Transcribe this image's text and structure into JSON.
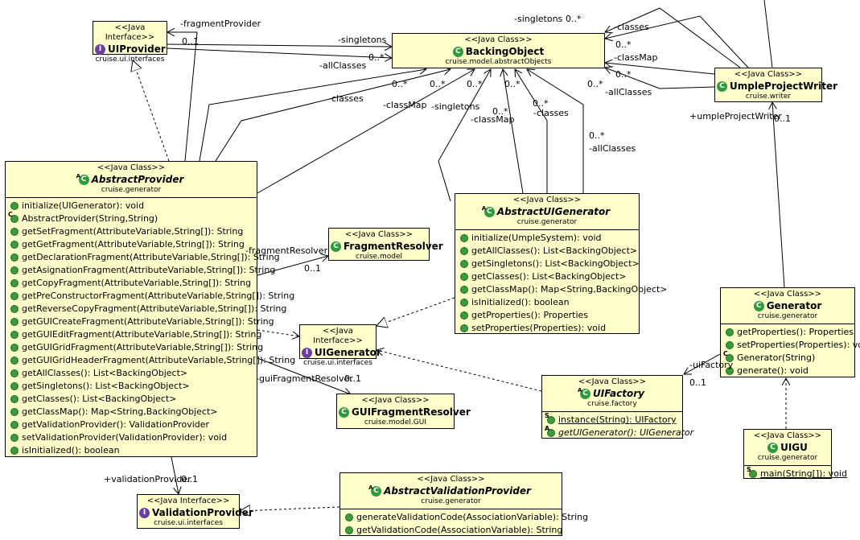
{
  "boxes": {
    "uiprovider": {
      "stereotype": "<<Java Interface>>",
      "name": "UIProvider",
      "package": "cruise.ui.interfaces"
    },
    "backingobject": {
      "stereotype": "<<Java Class>>",
      "name": "BackingObject",
      "package": "cruise.model.abstractObjects"
    },
    "umpleprojectwriter": {
      "stereotype": "<<Java Class>>",
      "name": "UmpleProjectWriter",
      "package": "cruise.writer"
    },
    "abstractprovider": {
      "stereotype": "<<Java Class>>",
      "name": "AbstractProvider",
      "package": "cruise.generator",
      "ops": [
        "initialize(UIGenerator): void",
        "AbstractProvider(String,String)",
        "getSetFragment(AttributeVariable,String[]): String",
        "getGetFragment(AttributeVariable,String[]): String",
        "getDeclarationFragment(AttributeVariable,String[]): String",
        "getAsignationFragment(AttributeVariable,String[]): String",
        "getCopyFragment(AttributeVariable,String[]): String",
        "getPreConstructorFragment(AttributeVariable,String[]): String",
        "getReverseCopyFragment(AttributeVariable,String[]): String",
        "getGUICreateFragment(AttributeVariable,String[]): String",
        "getGUIEditFragment(AttributeVariable,String[]): String",
        "getGUIGridFragment(AttributeVariable,String[]): String",
        "getGUIGridHeaderFragment(AttributeVariable,String[]): String",
        "getAllClasses(): List<BackingObject>",
        "getSingletons(): List<BackingObject>",
        "getClasses(): List<BackingObject>",
        "getClassMap(): Map<String,BackingObject>",
        "getValidationProvider(): ValidationProvider",
        "setValidationProvider(ValidationProvider): void",
        "isInitialized(): boolean"
      ]
    },
    "fragmentresolver": {
      "stereotype": "<<Java Class>>",
      "name": "FragmentResolver",
      "package": "cruise.model"
    },
    "abstractuigenerator": {
      "stereotype": "<<Java Class>>",
      "name": "AbstractUIGenerator",
      "package": "cruise.generator",
      "ops": [
        "initialize(UmpleSystem): void",
        "getAllClasses(): List<BackingObject>",
        "getSingletons(): List<BackingObject>",
        "getClasses(): List<BackingObject>",
        "getClassMap(): Map<String,BackingObject>",
        "isInitialized(): boolean",
        "getProperties(): Properties",
        "setProperties(Properties): void"
      ]
    },
    "uigenerator": {
      "stereotype": "<<Java Interface>>",
      "name": "UIGenerator",
      "package": "cruise.ui.interfaces"
    },
    "generator": {
      "stereotype": "<<Java Class>>",
      "name": "Generator",
      "package": "cruise.generator",
      "ops": [
        "getProperties(): Properties",
        "setProperties(Properties): void",
        "Generator(String)",
        "generate(): void"
      ]
    },
    "uifactory": {
      "stereotype": "<<Java Class>>",
      "name": "UIFactory",
      "package": "cruise.factory",
      "ops": [
        "instance(String): UIFactory",
        "getUIGenerator(): UIGenerator"
      ]
    },
    "guifragmentresolver": {
      "stereotype": "<<Java Class>>",
      "name": "GUIFragmentResolver",
      "package": "cruise.model.GUI"
    },
    "uigu": {
      "stereotype": "<<Java Class>>",
      "name": "UIGU",
      "package": "cruise.generator",
      "ops": [
        "main(String[]): void"
      ]
    },
    "validationprovider": {
      "stereotype": "<<Java Interface>>",
      "name": "ValidationProvider",
      "package": "cruise.ui.interfaces"
    },
    "abstractvalidationprovider": {
      "stereotype": "<<Java Class>>",
      "name": "AbstractValidationProvider",
      "package": "cruise.generator",
      "ops": [
        "generateValidationCode(AssociationVariable): String",
        "getValidationCode(AssociationVariable): String"
      ]
    }
  },
  "labels": {
    "fragmentProvider": "-fragmentProvider",
    "fp_mult": "0..1",
    "singletons_up": "-singletons",
    "allClasses_up": "-allClasses",
    "mult_0n": "0..*",
    "w_singletons": "-singletons",
    "w_classes": "-classes",
    "w_classMap": "-classMap",
    "w_allClasses": "-allClasses",
    "ap_classes": "-classes",
    "ap_classMap": "-classMap",
    "ag_singletons": "-singletons",
    "ag_classMap": "-classMap",
    "ag_classes": "-classes",
    "ag_allClasses": "-allClasses",
    "umpleProjectWriter": "+umpleProjectWriter",
    "upw_mult": "0..1",
    "fragmentResolver": "-fragmentResolver",
    "fr_mult": "0..1",
    "guiFragmentResolver": "-guiFragmentResolver",
    "gfr_mult": "0..1",
    "uiFactory": "-uiFactory",
    "uif_mult": "0..1",
    "validationProvider": "+validationProvider",
    "vp_mult": "0..1"
  },
  "colors": {
    "box_fill": "#ffffcc",
    "class_icon": "#2e9a3e",
    "interface_icon": "#6b3fa0",
    "public_op": "#3d9a3d"
  }
}
